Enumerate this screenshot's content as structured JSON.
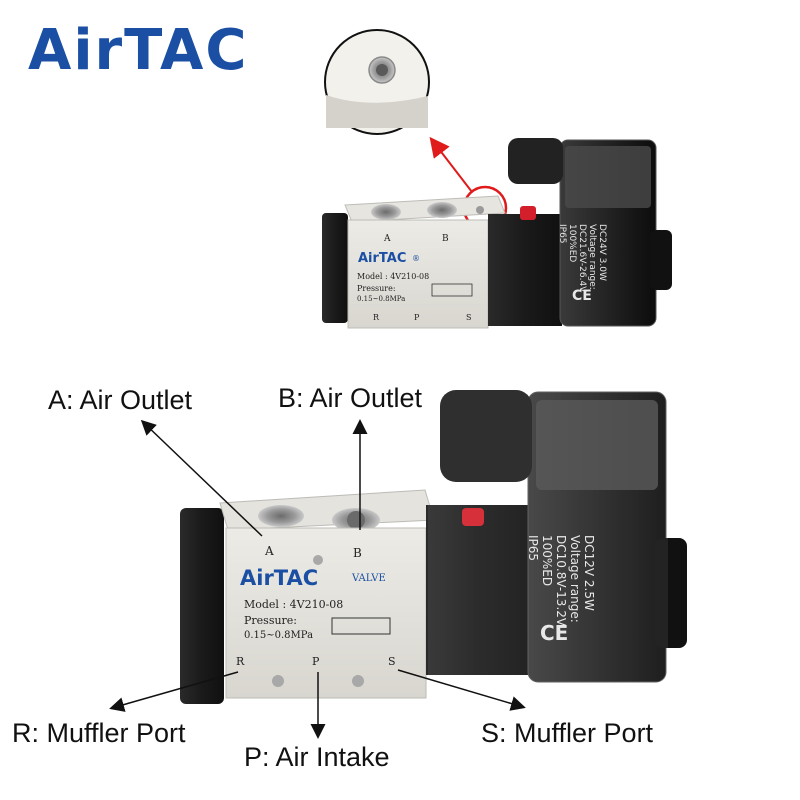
{
  "brand": {
    "logo_text": "AirTAC",
    "color": "#1b4fa3"
  },
  "top_view": {
    "valve_brand": "AirTAC",
    "reg_mark": "®",
    "port_a": "A",
    "port_b": "B",
    "port_r": "R",
    "port_p": "P",
    "port_s": "S",
    "model": "Model : 4V210-08",
    "pressure_label": "Pressure:",
    "pressure_range": "0.15~0.8MPa",
    "coil_line1": "DC24V 3.0W",
    "coil_line2": "Voltage range:",
    "coil_line3": "DC21.6V-26.4V",
    "coil_line4": "100%ED",
    "coil_line5": "IP65",
    "cert_mark": "CE",
    "highlight_color": "#e01b1b"
  },
  "bottom_view": {
    "valve_brand": "AirTAC",
    "valve_label": "VALVE",
    "port_a": "A",
    "port_b": "B",
    "port_r": "R",
    "port_p": "P",
    "port_s": "S",
    "model": "Model : 4V210-08",
    "pressure_label": "Pressure:",
    "pressure_range": "0.15~0.8MPa",
    "coil_line1": "DC12V 2.5W",
    "coil_line2": "Voltage range:",
    "coil_line3": "DC10.8V-13.2V",
    "coil_line4": "100%ED",
    "coil_line5": "IP65",
    "cert_mark": "CE"
  },
  "callouts": {
    "a": "A: Air Outlet",
    "b": "B: Air Outlet",
    "r": "R: Muffler Port",
    "p": "P: Air Intake",
    "s": "S: Muffler Port"
  }
}
